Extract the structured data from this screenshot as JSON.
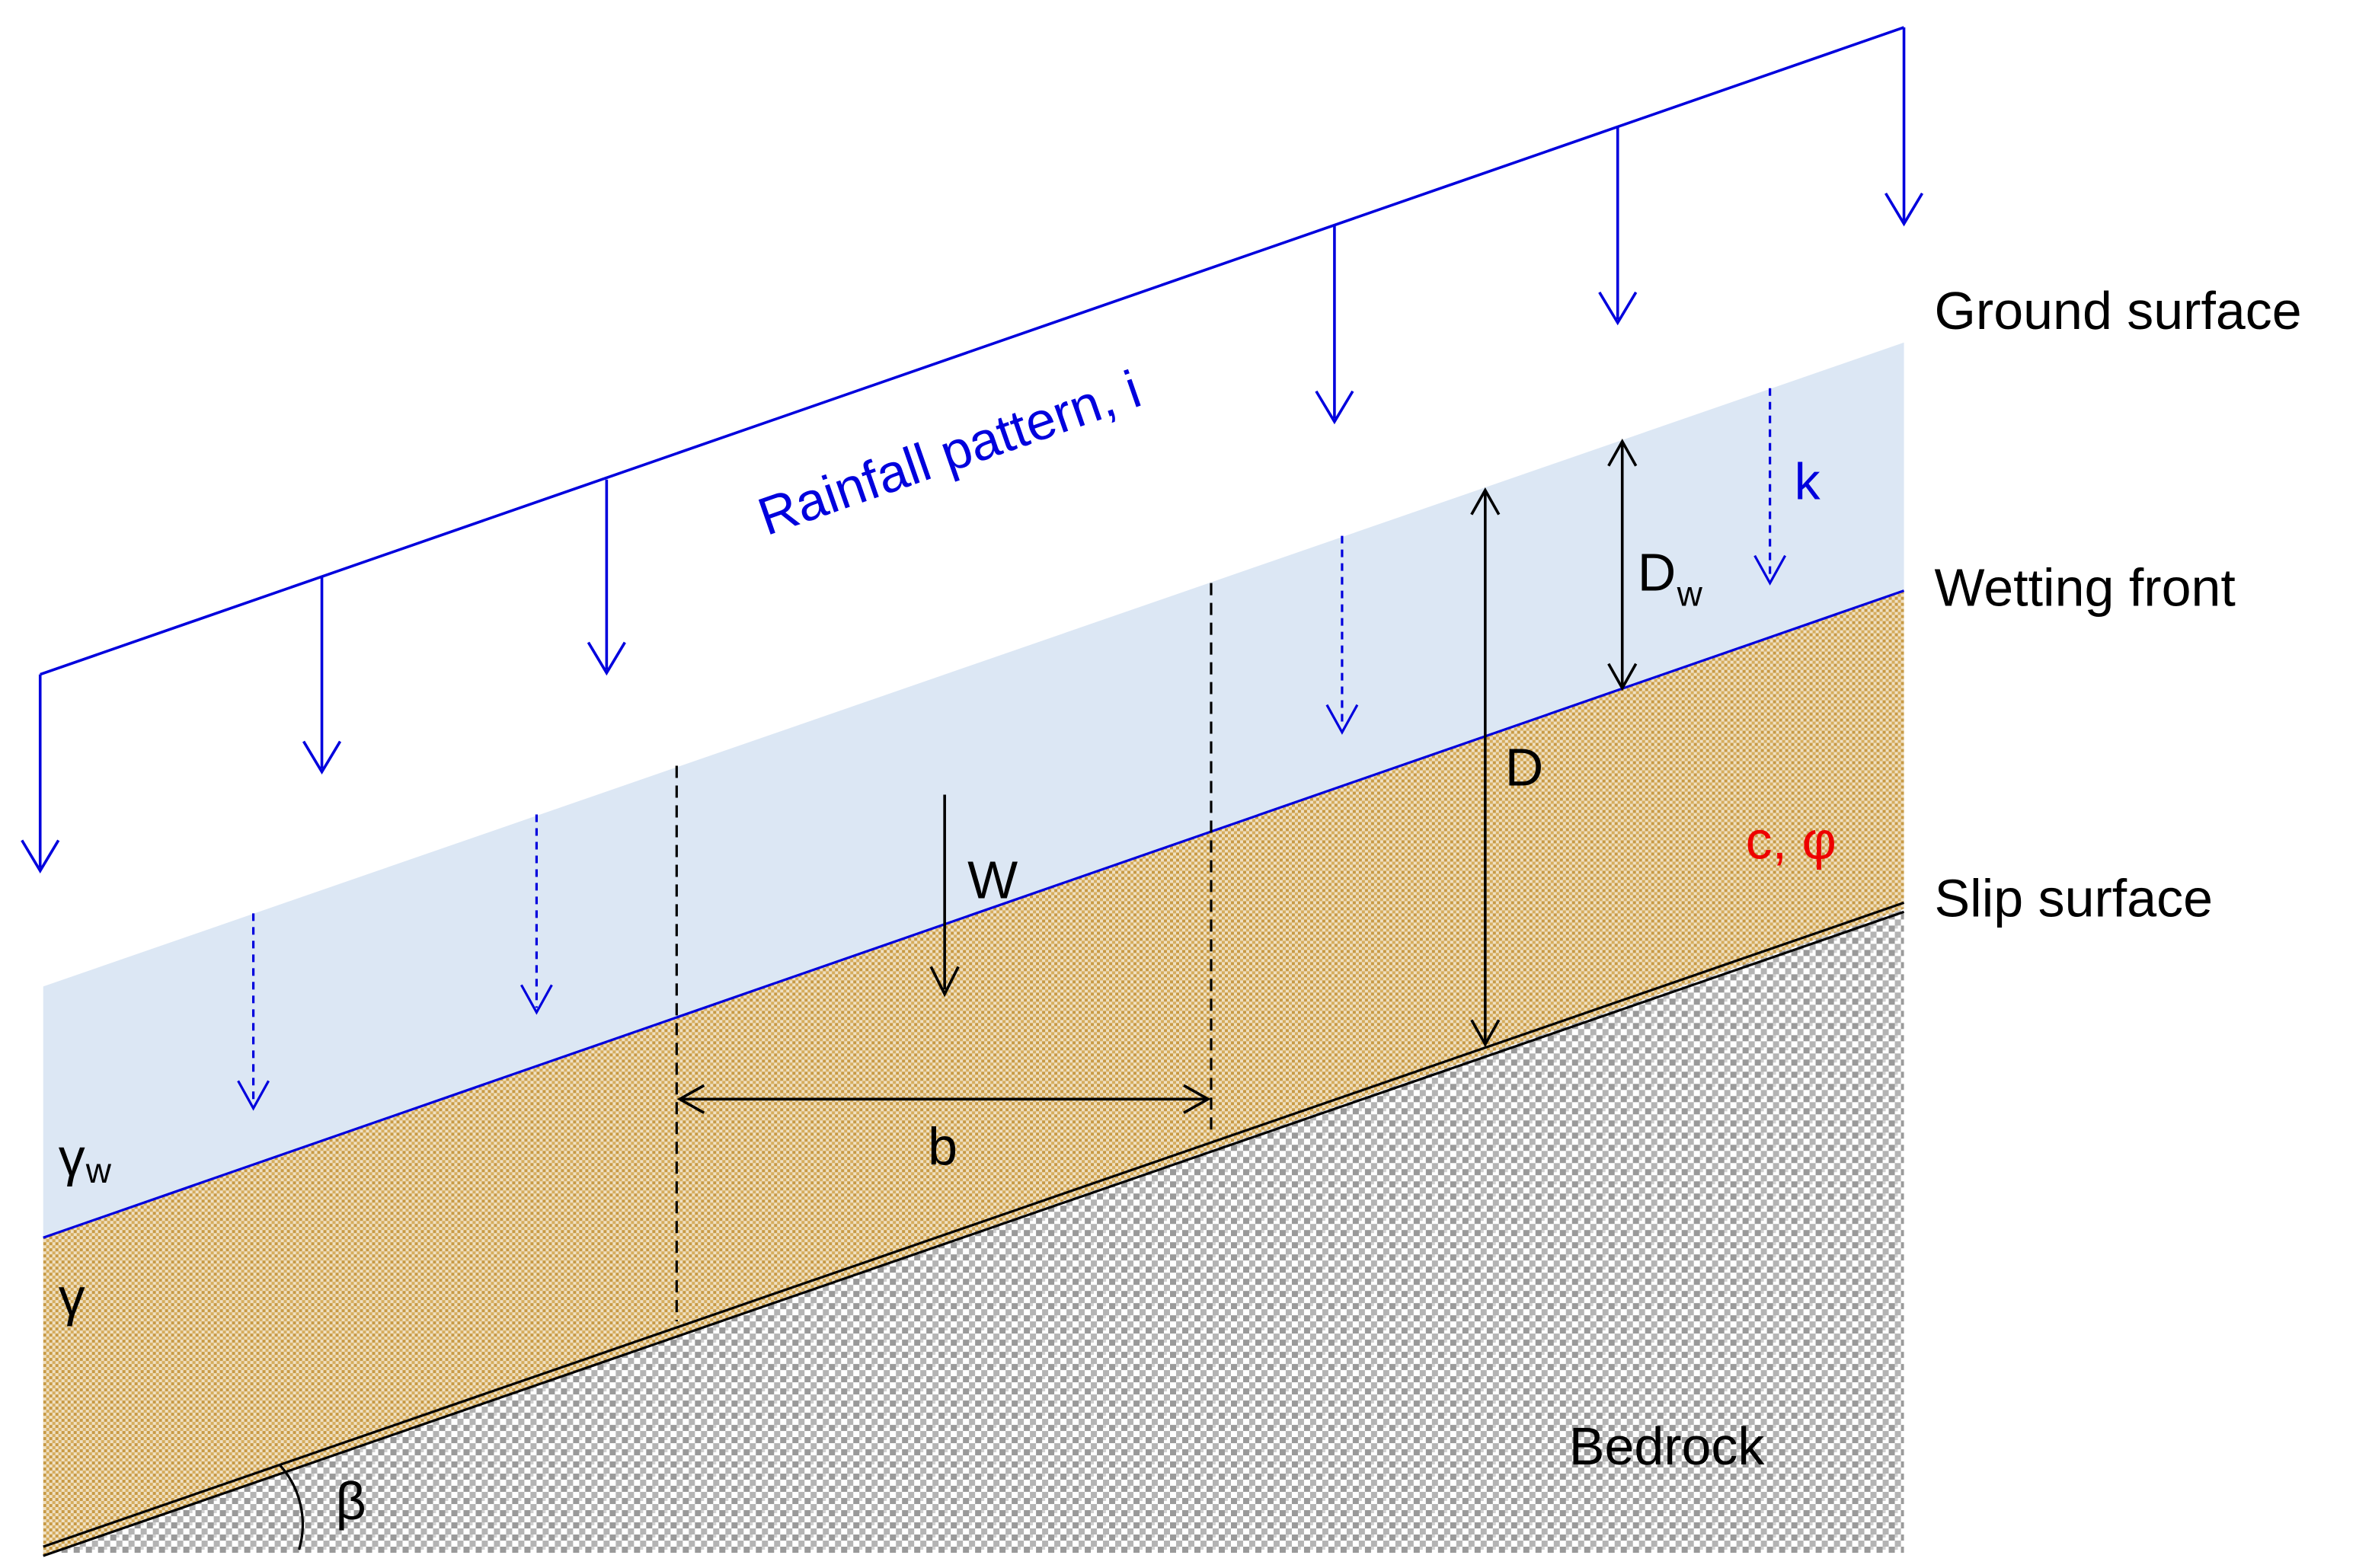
{
  "labels": {
    "ground_surface": "Ground surface",
    "wetting_front": "Wetting front",
    "slip_surface": "Slip surface",
    "rainfall": "Rainfall pattern, i",
    "k": "k",
    "dw_main": "D",
    "dw_sub": "w",
    "d": "D",
    "w": "W",
    "b": "b",
    "c_phi": "c, φ",
    "gamma_w_main": "γ",
    "gamma_w_sub": "w",
    "gamma": "γ",
    "bedrock": "Bedrock",
    "beta": "β"
  },
  "colors": {
    "rain": "#0000dd",
    "wetted_zone": "#dce7f4",
    "soil": "#c89a45",
    "bedrock": "#9a9a9a",
    "text": "#000000",
    "strength": "#ee0000"
  }
}
